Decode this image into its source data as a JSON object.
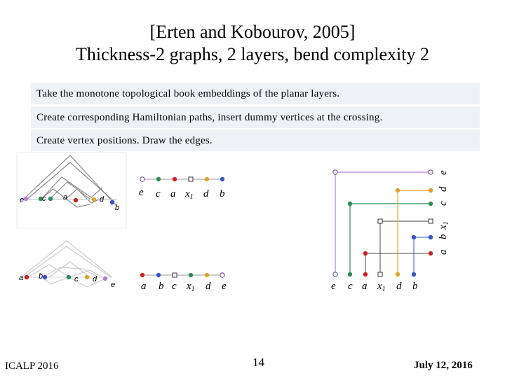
{
  "title": {
    "line1": "[Erten and Kobourov, 2005]",
    "line2": "Thickness-2 graphs, 2 layers, bend complexity 2"
  },
  "bullets": [
    "Take the monotone topological book embeddings of the planar layers.",
    "Create corresponding Hamiltonian paths, insert dummy vertices at the crossing.",
    "Create vertex positions. Draw the edges."
  ],
  "diagram": {
    "top_embedding_labels": [
      "e",
      "c",
      "a",
      "d",
      "b"
    ],
    "bottom_embedding_labels": [
      "a",
      "b",
      "c",
      "d",
      "e"
    ],
    "path1_order": [
      "e",
      "c",
      "a",
      "x1",
      "d",
      "b"
    ],
    "path2_order": [
      "a",
      "b",
      "c",
      "x1",
      "d",
      "e"
    ],
    "grid_x_order": [
      "e",
      "c",
      "a",
      "x1",
      "d",
      "b"
    ],
    "grid_y_order": [
      "a",
      "b",
      "x1",
      "c",
      "d",
      "e"
    ],
    "colors": {
      "e": "#b07cd8",
      "c": "#2e8b57",
      "a": "#cc2222",
      "x1": "#ffffff",
      "d": "#e0a22a",
      "b": "#3355cc",
      "grey_edge": "#999999"
    }
  },
  "footer": {
    "venue": "ICALP 2016",
    "page": "14",
    "date": "July 12, 2016"
  }
}
